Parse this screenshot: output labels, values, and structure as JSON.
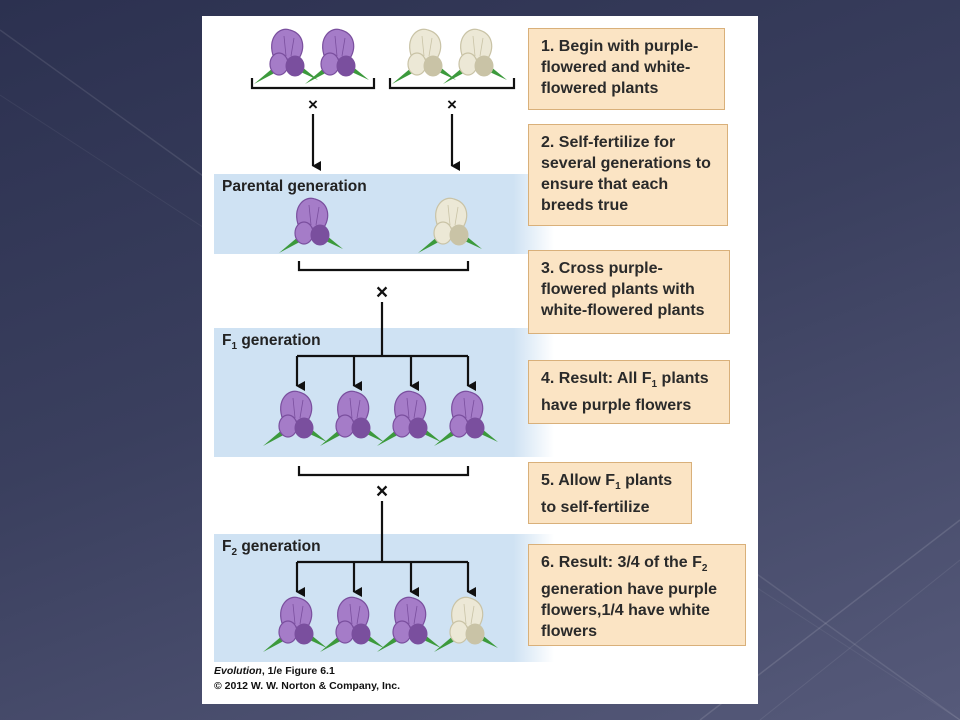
{
  "steps": [
    {
      "text": "1. Begin with purple-flowered and white-flowered plants"
    },
    {
      "text": "2. Self-fertilize for several generations to ensure that each breeds true"
    },
    {
      "text": "3. Cross purple-flowered plants with white-flowered plants"
    },
    {
      "text_pre": "4. Result: All F",
      "sub": "1",
      "text_post": " plants have purple flowers"
    },
    {
      "text_pre": "5. Allow F",
      "sub": "1",
      "text_post": " plants to self-fertilize"
    },
    {
      "text_pre": "6. Result: 3/4 of the F",
      "sub": "2",
      "text_post": " generation have purple flowers,1/4 have white flowers"
    }
  ],
  "generations": {
    "parental": "Parental generation",
    "f1_pre": "F",
    "f1_sub": "1",
    "f1_post": " generation",
    "f2_pre": "F",
    "f2_sub": "2",
    "f2_post": " generation"
  },
  "cross_symbol": "×",
  "credit": {
    "title": "Evolution",
    "figure": ", 1/e  Figure 6.1",
    "copyright": "© 2012 W. W. Norton & Company, Inc."
  },
  "colors": {
    "purple_flower": "#a57cc8",
    "purple_flower_dark": "#7a4f9e",
    "white_flower": "#ece8d6",
    "white_flower_dark": "#c9c3a6",
    "leaf": "#3c9a3c",
    "band": "#cfe2f3",
    "step_box": "#fbe4c4",
    "step_border": "#d9b07a"
  },
  "icons": {
    "purple_flower": "purple-pea-flower-icon",
    "white_flower": "white-pea-flower-icon",
    "cross": "cross-symbol",
    "arrow": "down-arrow"
  }
}
